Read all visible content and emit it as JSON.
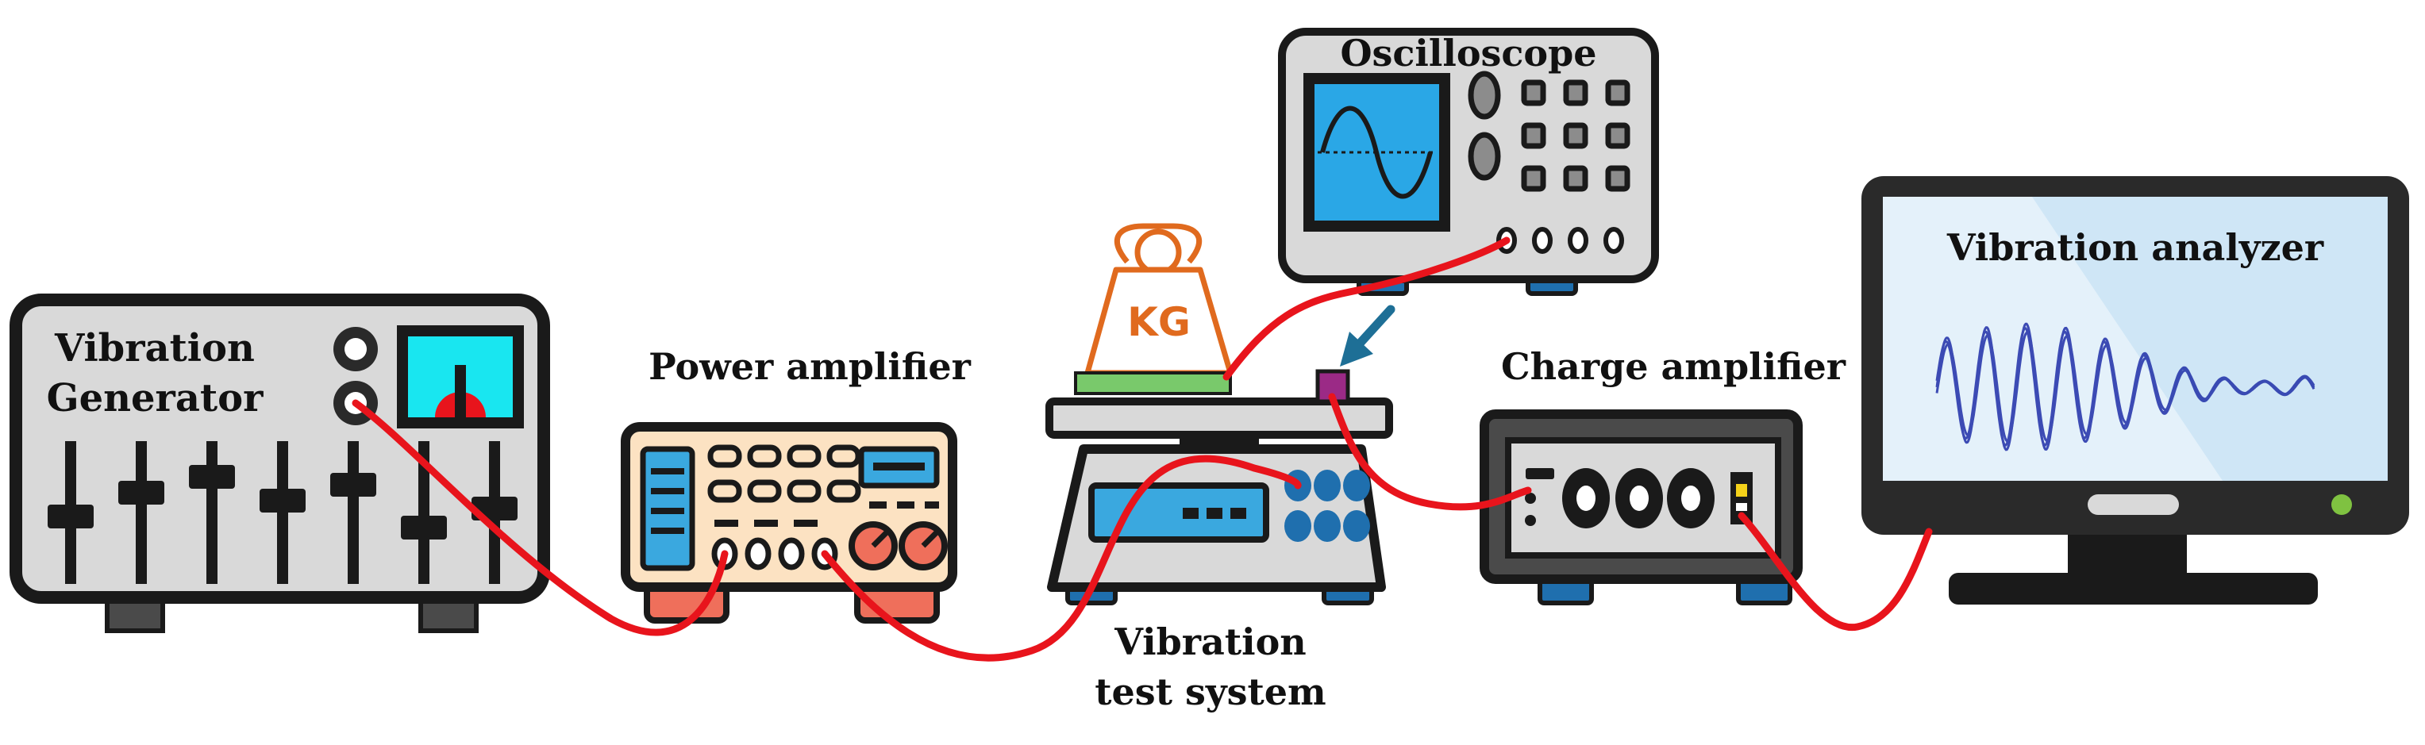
{
  "labels": {
    "vibration_generator_line1": "Vibration",
    "vibration_generator_line2": "Generator",
    "power_amplifier": "Power amplifier",
    "oscilloscope": "Oscilloscope",
    "vibration_test_system_line1": "Vibration",
    "vibration_test_system_line2": "test system",
    "charge_amplifier": "Charge amplifier",
    "vibration_analyzer": "Vibration analyzer",
    "weight_mark": "KG"
  },
  "colors": {
    "cable": "#e8141c",
    "outline": "#1a1a1a",
    "body_gray": "#d9d9d9",
    "screen_cyan": "#19e6f0",
    "scope_screen": "#2aa7e6",
    "amp_body": "#fce2c2",
    "amp_accent": "#ef6f5b",
    "amp_screen": "#3aa8df",
    "weight_orange": "#e06a1e",
    "plate_green": "#79c96b",
    "sensor_purple": "#9b2a86",
    "scale_foot_blue": "#1f6fae",
    "analyzer_screen": "#cfe6f6",
    "analyzer_wave": "#1f2fa8",
    "power_led": "#7fc241",
    "arrow_blue": "#1e6f96"
  },
  "icons": [
    "vibration-generator-device",
    "power-amplifier-device",
    "oscilloscope-device",
    "weighing-scale-device",
    "kg-weight-icon",
    "accelerometer-sensor-icon",
    "charge-amplifier-device",
    "vibration-analyzer-monitor",
    "signal-cable"
  ]
}
